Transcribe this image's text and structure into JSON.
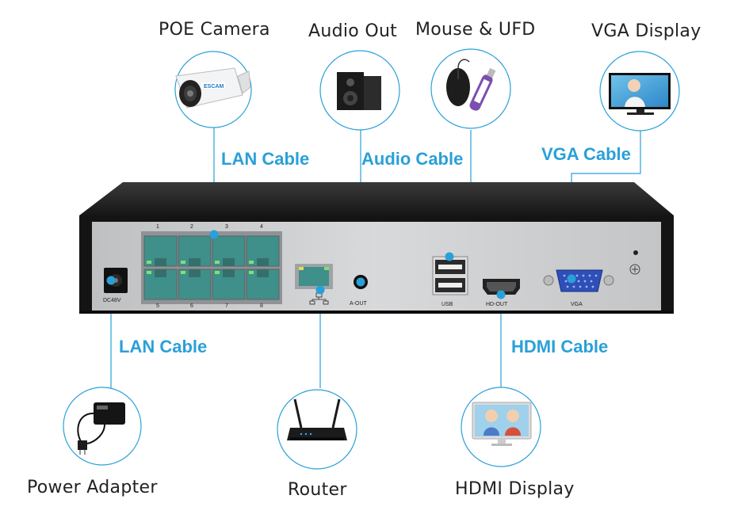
{
  "devices": {
    "poe_camera": "POE Camera",
    "audio_out": "Audio Out",
    "mouse_ufd": "Mouse & UFD",
    "vga_display": "VGA Display",
    "power_adapter": "Power Adapter",
    "router": "Router",
    "hdmi_display": "HDMI Display"
  },
  "cables": {
    "lan_top": "LAN Cable",
    "audio": "Audio Cable",
    "vga": "VGA Cable",
    "lan_bottom": "LAN Cable",
    "hdmi": "HDMI Cable"
  },
  "ports": {
    "dc": "DC48V",
    "poe_top": [
      "1",
      "2",
      "3",
      "4"
    ],
    "poe_bottom": [
      "5",
      "6",
      "7",
      "8"
    ],
    "a_out": "A-OUT",
    "usb": "USB",
    "hd_out": "HD-OUT",
    "vga": "VGA"
  },
  "camera_brand": "ESCAM",
  "colors": {
    "accent": "#2aa0d8",
    "chassis": "#1e1e1e",
    "panel": "#cfd0d2",
    "port_green": "#3f8f8a",
    "vga_blue": "#2f4fb8"
  }
}
